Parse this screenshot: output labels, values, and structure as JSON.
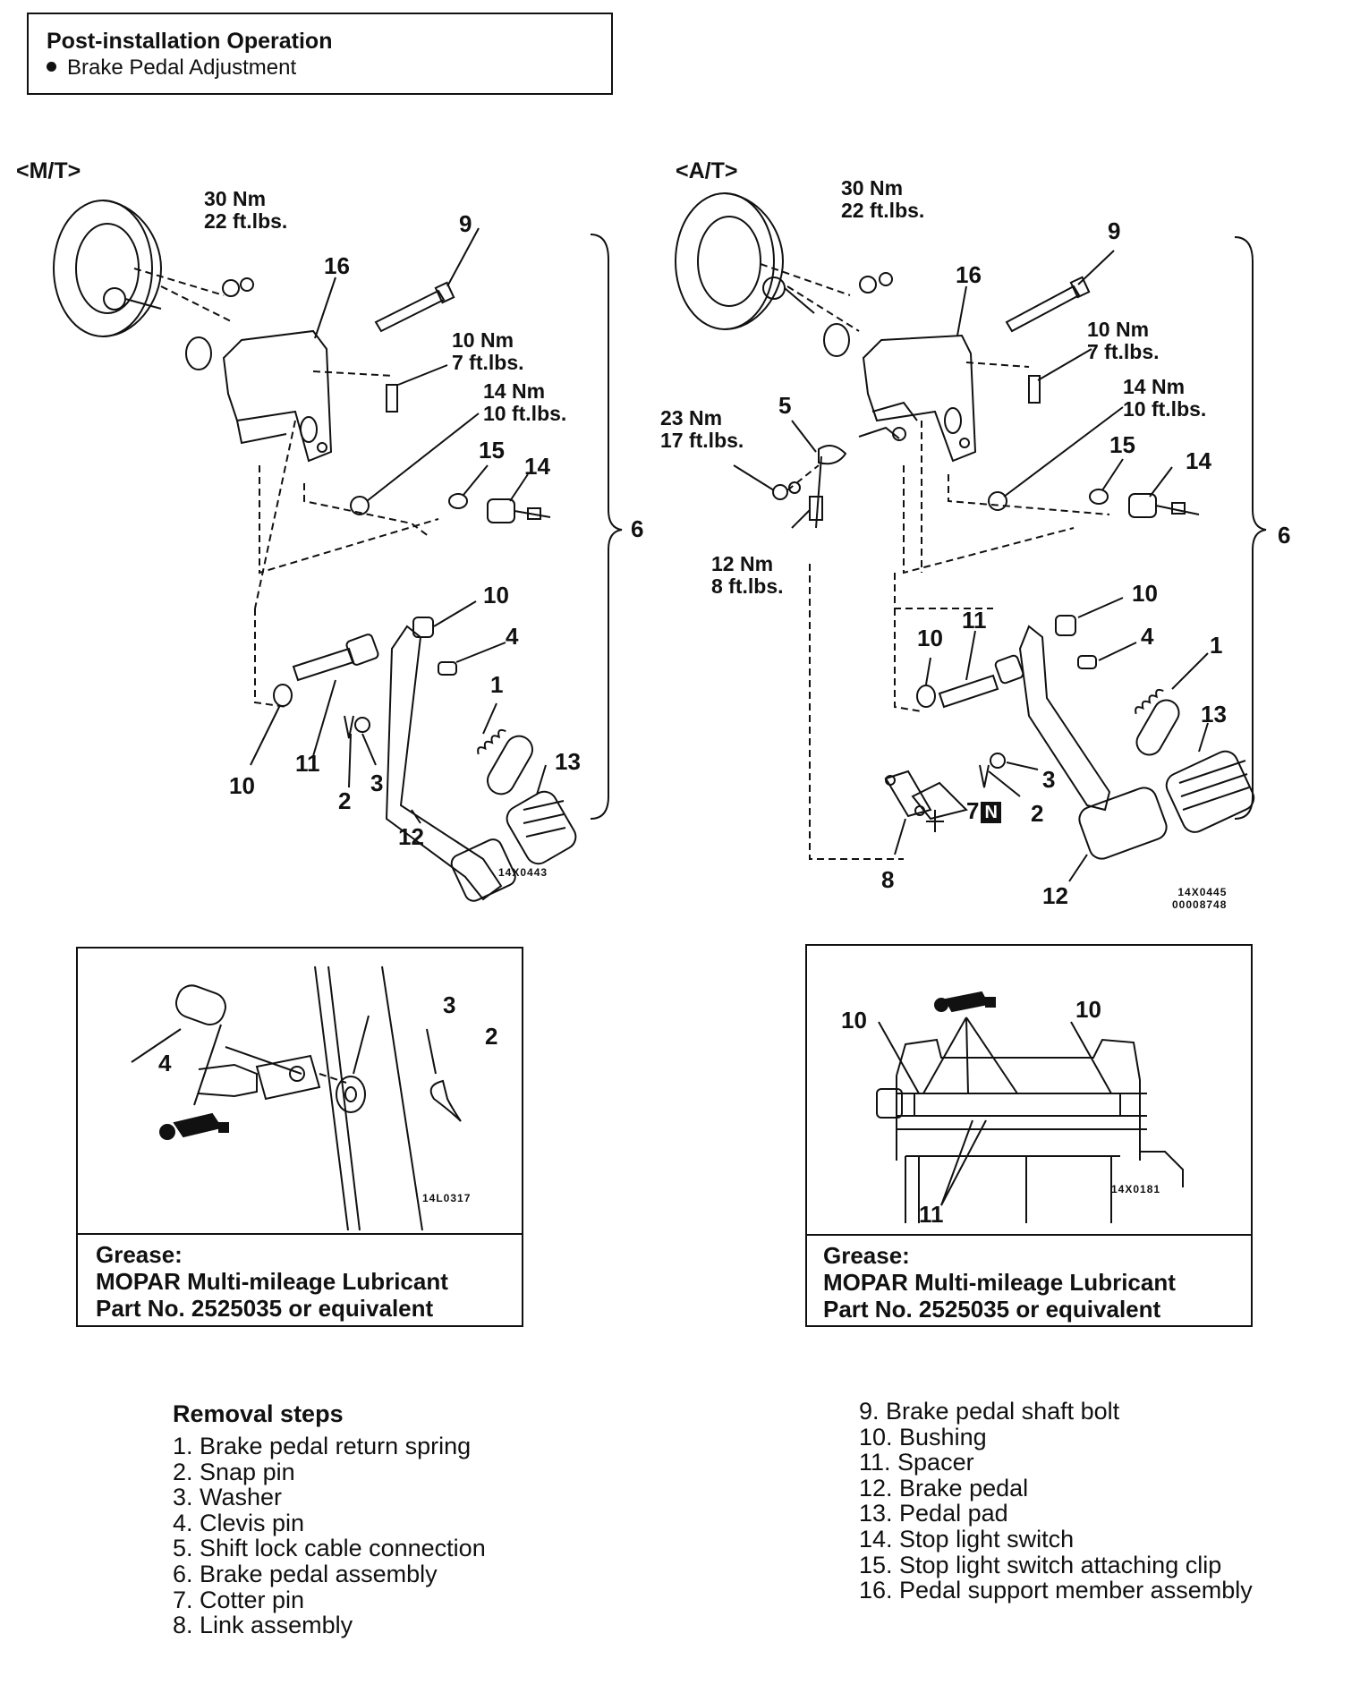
{
  "header": {
    "title": "Post-installation Operation",
    "bullet": "Brake Pedal Adjustment"
  },
  "mt": {
    "label": "<M/T>",
    "torque_booster": [
      "30 Nm",
      "22 ft.lbs."
    ],
    "torque_bolt": [
      "10 Nm",
      "7 ft.lbs."
    ],
    "torque_nut": [
      "14 Nm",
      "10 ft.lbs."
    ],
    "numbers": {
      "n9": "9",
      "n16": "16",
      "n15": "15",
      "n14": "14",
      "n6": "6",
      "n10a": "10",
      "n4": "4",
      "n1": "1",
      "n13": "13",
      "n3": "3",
      "n2": "2",
      "n11": "11",
      "n10b": "10",
      "n12": "12"
    },
    "code": "14X0443"
  },
  "at": {
    "label": "<A/T>",
    "torque_booster": [
      "30 Nm",
      "22 ft.lbs."
    ],
    "torque_bolt": [
      "10 Nm",
      "7 ft.lbs."
    ],
    "torque_nut": [
      "14 Nm",
      "10 ft.lbs."
    ],
    "torque_shift": [
      "23 Nm",
      "17 ft.lbs."
    ],
    "torque_cable": [
      "12 Nm",
      "8 ft.lbs."
    ],
    "numbers": {
      "n9": "9",
      "n16": "16",
      "n5": "5",
      "n15": "15",
      "n14": "14",
      "n6": "6",
      "n10a": "10",
      "n11": "11",
      "n10b": "10",
      "n4": "4",
      "n1": "1",
      "n13": "13",
      "n3": "3",
      "n7": "7",
      "n7badge": "N",
      "n2": "2",
      "n8": "8",
      "n12": "12"
    },
    "code_lines": [
      "14X0445",
      "00008748"
    ]
  },
  "detail_left": {
    "numbers": {
      "n3": "3",
      "n2": "2",
      "n4": "4"
    },
    "code": "14L0317",
    "grease_lines": [
      "Grease:",
      "MOPAR Multi-mileage Lubricant",
      "Part No. 2525035 or equivalent"
    ]
  },
  "detail_right": {
    "numbers": {
      "n10a": "10",
      "n10b": "10",
      "n11": "11"
    },
    "code": "14X0181",
    "grease_lines": [
      "Grease:",
      "MOPAR Multi-mileage Lubricant",
      "Part No. 2525035 or equivalent"
    ]
  },
  "removal": {
    "heading": "Removal steps",
    "left_steps": [
      "1. Brake pedal return spring",
      "2. Snap pin",
      "3. Washer",
      "4. Clevis pin",
      "5. Shift lock cable connection",
      "6. Brake pedal assembly",
      "7. Cotter pin",
      "8. Link assembly"
    ],
    "right_steps": [
      "9. Brake pedal shaft bolt",
      "10. Bushing",
      "11. Spacer",
      "12. Brake pedal",
      "13. Pedal pad",
      "14. Stop light switch",
      "15. Stop light switch attaching clip",
      "16. Pedal support member assembly"
    ]
  }
}
